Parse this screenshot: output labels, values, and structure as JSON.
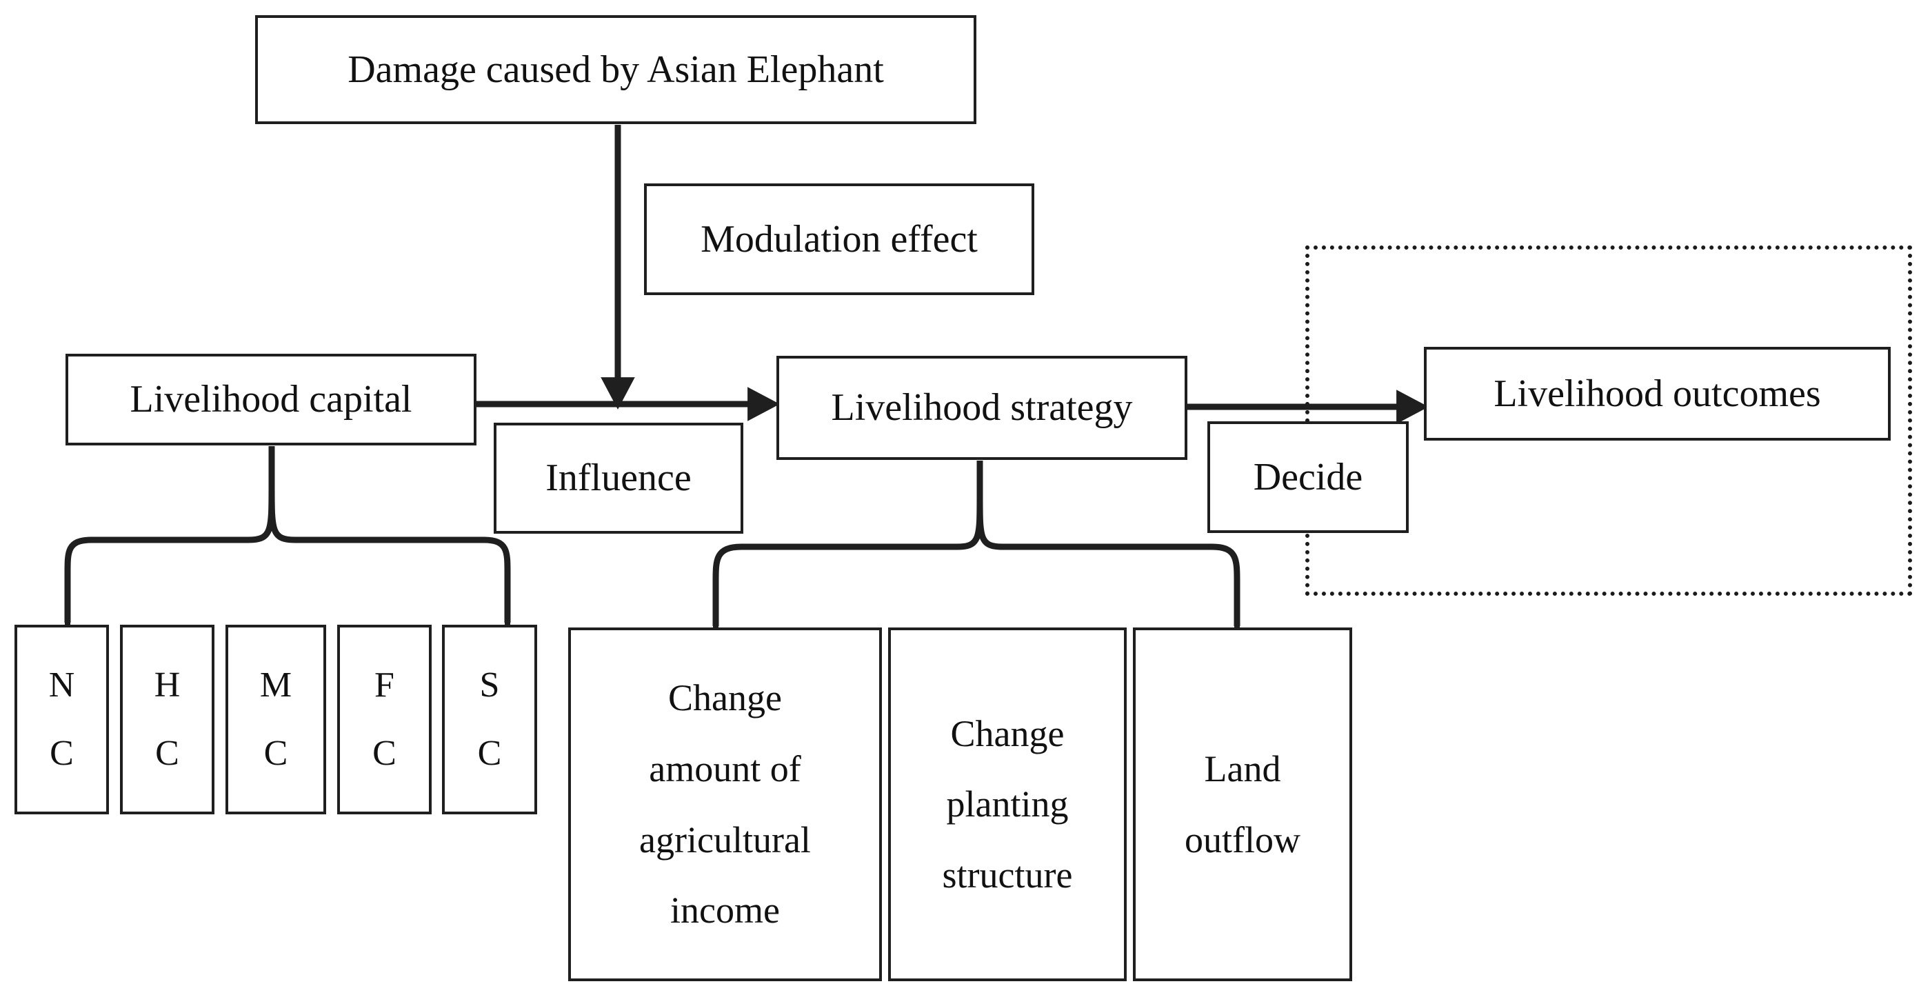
{
  "diagram": {
    "title_box": {
      "label": "Damage caused by Asian Elephant"
    },
    "modulation_box": {
      "label": "Modulation effect"
    },
    "capital_box": {
      "label": "Livelihood capital"
    },
    "influence_box": {
      "label": "Influence"
    },
    "strategy_box": {
      "label": "Livelihood strategy"
    },
    "decide_box": {
      "label": "Decide"
    },
    "outcomes_box": {
      "label": "Livelihood outcomes"
    },
    "capital_components": [
      {
        "label": "N\nC"
      },
      {
        "label": "H\nC"
      },
      {
        "label": "M\nC"
      },
      {
        "label": "F\nC"
      },
      {
        "label": "S\nC"
      }
    ],
    "strategy_components": [
      {
        "label": "Change\namount of\nagricultural\nincome"
      },
      {
        "label": "Change\nplanting\nstructure"
      },
      {
        "label": "Land\noutflow"
      }
    ],
    "colors": {
      "line": "#1f1f1f",
      "box_border": "#1f1f1f",
      "text": "#111111",
      "background": "#ffffff",
      "dotted_border": "#1b1b1b"
    }
  }
}
